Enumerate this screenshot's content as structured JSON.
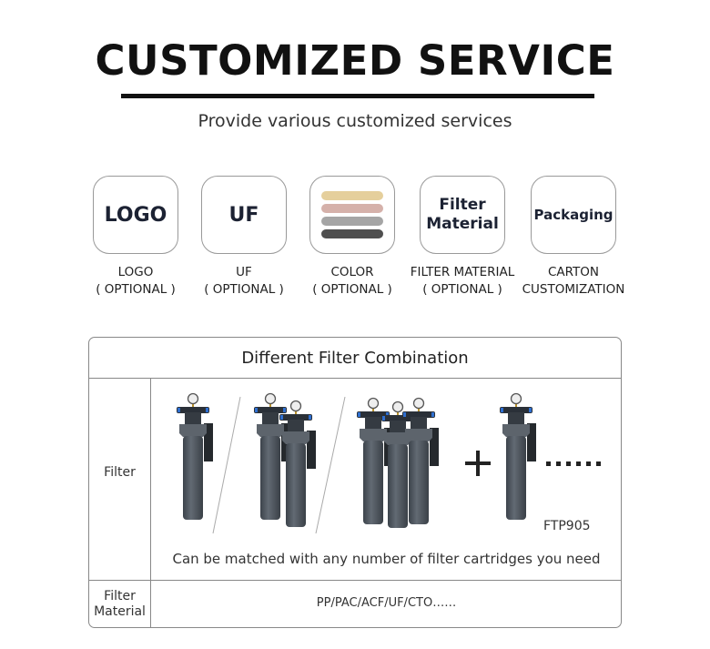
{
  "header": {
    "title": "CUSTOMIZED SERVICE",
    "subtitle": "Provide various customized services"
  },
  "options": [
    {
      "card_text": "LOGO",
      "label_line1": "LOGO",
      "label_line2": "( OPTIONAL )"
    },
    {
      "card_text": "UF",
      "label_line1": "UF",
      "label_line2": "( OPTIONAL )"
    },
    {
      "card_text": "",
      "label_line1": "COLOR",
      "label_line2": "( OPTIONAL )",
      "colors": [
        "#e5cf9c",
        "#d5b1aa",
        "#a5a5a5",
        "#4f4f4f"
      ]
    },
    {
      "card_text_line1": "Filter",
      "card_text_line2": "Material",
      "label_line1": "FILTER MATERIAL",
      "label_line2": "( OPTIONAL )"
    },
    {
      "card_text": "Packaging",
      "label_line1": "CARTON",
      "label_line2": "CUSTOMIZATION"
    }
  ],
  "table": {
    "title": "Different Filter Combination",
    "row1_label": "Filter",
    "row1_note": "Can be matched with any number of filter cartridges you need",
    "model": "FTP905",
    "plus": "+",
    "dots": "······",
    "row2_label_line1": "Filter",
    "row2_label_line2": "Material",
    "row2_value": "PP/PAC/ACF/UF/CTO……"
  }
}
